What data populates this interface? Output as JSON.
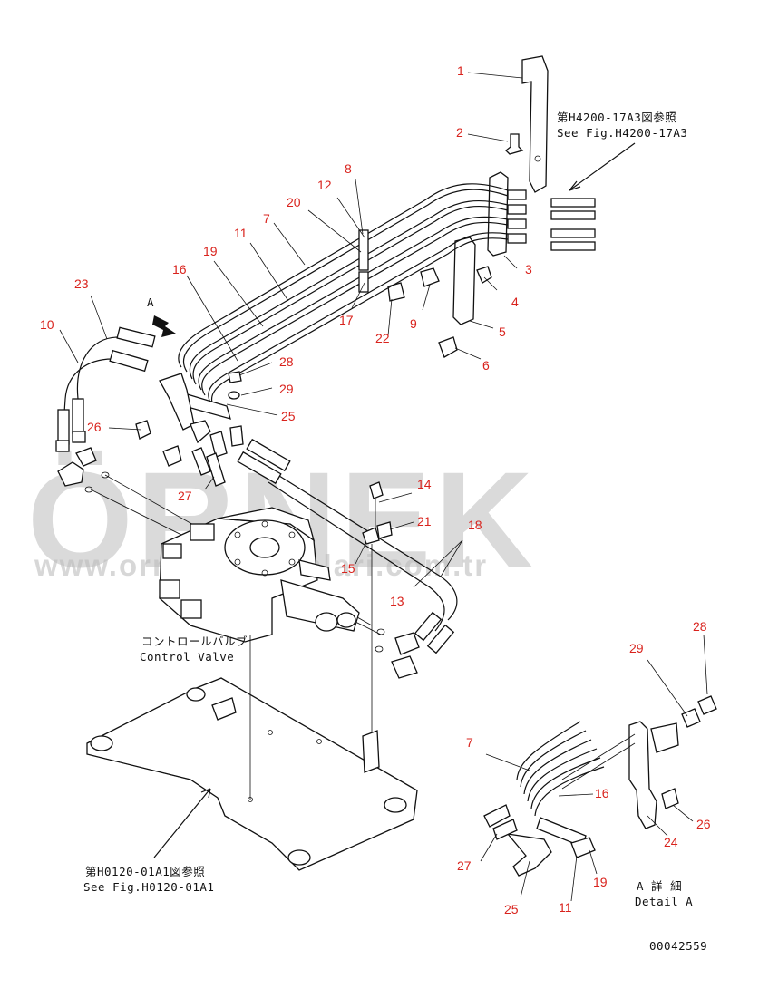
{
  "callouts": [
    {
      "id": "c1",
      "text": "1"
    },
    {
      "id": "c2",
      "text": "2"
    },
    {
      "id": "c3",
      "text": "3"
    },
    {
      "id": "c4",
      "text": "4"
    },
    {
      "id": "c5",
      "text": "5"
    },
    {
      "id": "c6",
      "text": "6"
    },
    {
      "id": "c7",
      "text": "7"
    },
    {
      "id": "c8",
      "text": "8"
    },
    {
      "id": "c9",
      "text": "9"
    },
    {
      "id": "c10",
      "text": "10"
    },
    {
      "id": "c11",
      "text": "11"
    },
    {
      "id": "c12",
      "text": "12"
    },
    {
      "id": "c13",
      "text": "13"
    },
    {
      "id": "c14",
      "text": "14"
    },
    {
      "id": "c15",
      "text": "15"
    },
    {
      "id": "c16",
      "text": "16"
    },
    {
      "id": "c17",
      "text": "17"
    },
    {
      "id": "c18",
      "text": "18"
    },
    {
      "id": "c19",
      "text": "19"
    },
    {
      "id": "c20",
      "text": "20"
    },
    {
      "id": "c21",
      "text": "21"
    },
    {
      "id": "c22",
      "text": "22"
    },
    {
      "id": "c23",
      "text": "23"
    },
    {
      "id": "c25",
      "text": "25"
    },
    {
      "id": "c26",
      "text": "26"
    },
    {
      "id": "c27",
      "text": "27"
    },
    {
      "id": "c28",
      "text": "28"
    },
    {
      "id": "c29",
      "text": "29"
    },
    {
      "id": "d7",
      "text": "7"
    },
    {
      "id": "d16",
      "text": "16"
    },
    {
      "id": "d24",
      "text": "24"
    },
    {
      "id": "d25",
      "text": "25"
    },
    {
      "id": "d26",
      "text": "26"
    },
    {
      "id": "d27",
      "text": "27"
    },
    {
      "id": "d28",
      "text": "28"
    },
    {
      "id": "d29",
      "text": "29"
    },
    {
      "id": "d11",
      "text": "11"
    },
    {
      "id": "d19",
      "text": "19"
    }
  ],
  "references": {
    "top_jp": "第H4200-17A3図参照",
    "top_en": "See Fig.H4200-17A3",
    "bottom_jp": "第H0120-01A1図参照",
    "bottom_en": "See Fig.H0120-01A1",
    "control_valve_jp": "コントロールバルブ",
    "control_valve_en": "Control Valve",
    "view_letter": "A",
    "detail_jp": "A 詳 細",
    "detail_en": "Detail A"
  },
  "drawing_number": "00042559",
  "watermark": {
    "brand": "ÖRNEK",
    "url": "www.ornekmakinalari.com.tr"
  }
}
